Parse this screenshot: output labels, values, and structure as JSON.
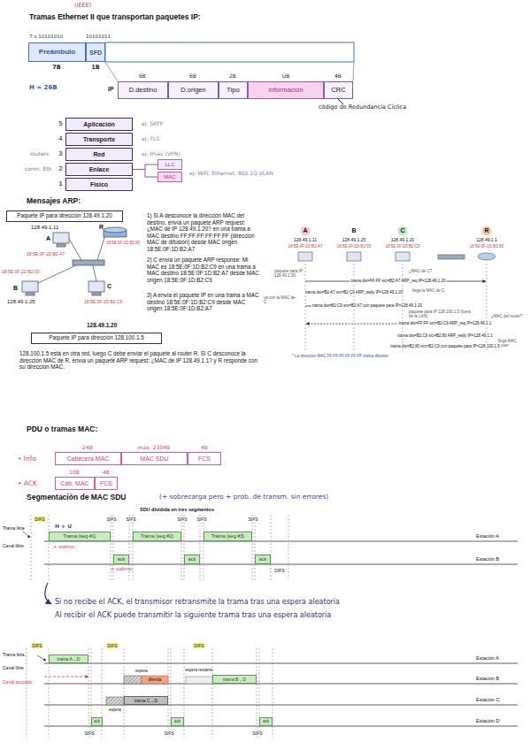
{
  "diagram": {
    "nodes": [
      {
        "text": [
          "Preámbulo"
        ]
      },
      {
        "text": [
          "SFD"
        ]
      },
      {
        "text": [
          "D.destino"
        ]
      },
      {
        "text": [
          "D.origen"
        ]
      },
      {
        "text": [
          "Tipo"
        ]
      },
      {
        "text": [
          "información"
        ]
      },
      {
        "text": [
          "CRC"
        ]
      },
      {
        "text": [
          "Aplicación"
        ]
      },
      {
        "text": [
          "Transporte"
        ]
      },
      {
        "text": [
          "Red"
        ]
      },
      {
        "text": [
          "Enlace"
        ]
      },
      {
        "text": [
          "Físico"
        ]
      },
      {
        "text": [
          "LLC"
        ]
      },
      {
        "text": [
          "MAC"
        ]
      },
      {
        "text": [
          "Paquete IP para dirección 128.49.1.20"
        ]
      },
      {
        "text": [
          "Paquete IP para dirección 128.100.1.5"
        ]
      },
      {
        "text": [
          "Cabecera MAC"
        ]
      },
      {
        "text": [
          "MAC SDU"
        ]
      },
      {
        "text": [
          "FCS"
        ]
      },
      {
        "text": [
          "Cab. MAC"
        ]
      },
      {
        "text": [
          "FCS"
        ]
      },
      {
        "text": [
          "Trama (seg #1)"
        ]
      },
      {
        "text": [
          "Trama (seg #2)"
        ]
      },
      {
        "text": [
          "Trama (seg #3)"
        ]
      },
      {
        "text": [
          "ack"
        ]
      },
      {
        "text": [
          "ack"
        ]
      },
      {
        "text": [
          "ack"
        ]
      },
      {
        "text": [
          "trama A→D"
        ]
      },
      {
        "text": [
          "trama B→D"
        ]
      },
      {
        "text": [
          "trama C→D"
        ]
      },
      {
        "text": [
          "ack"
        ]
      },
      {
        "text": [
          "ack"
        ]
      },
      {
        "text": [
          "ack"
        ]
      }
    ],
    "edges": [
      {
        "from": 10,
        "to": 12,
        "arrow": "none"
      },
      {
        "from": 10,
        "to": 13,
        "arrow": "none"
      }
    ],
    "labels": [
      "Tramas Ethernet II que transportan paquetes IP:",
      "(IEEE)",
      "7 x 10101010",
      "10101011",
      "7B",
      "1B",
      "H = 26B",
      "6B",
      "6B",
      "2B",
      "UB",
      "4B",
      "IP",
      "código de Redundancia Cíclica",
      "5",
      "4",
      "3",
      "2",
      "1",
      "ej: SRTP",
      "ej: TLS",
      "ej: IPsec (VPN)",
      "ej: WiFi, Ethernet, 802.1Q VLAN",
      "routers",
      "conm. Eth",
      "Mensajes ARP:",
      "128.49.1.11",
      "A",
      "R",
      "18:5E:0F:1D:B2:A7",
      "18:5E:0F:1D:B2:80",
      "18:5E:0F:1D:B2:03",
      "18:5E:0F:1D:B2:C9",
      "B",
      "C",
      "128.49.1.25",
      "128.49.1.20",
      "1) Si A desconoce la dirección MAC del destino, envía un paquete ARP request: ¿MAC de IP 128.49.1.20? en una trama a MAC destino FF:FF:FF:FF:FF:FF (dirección MAC de difusión) desde MAC origen 18:5E:0F:1D:B2:A7",
      "2) C envía un paquete ARP response: Mi MAC es 18:5E:0F:1D:B2:C9 en una trama a MAC destino 18:5E:0F:1D:B2:A7 desde MAC origen 18:5E:0F:1D:B2:C9",
      "3) A envía el paquete IP en una trama a MAC destino 18:5E:0F:1D:B2:C9 desde MAC origen 18:5E:0F:1D:B2:A7",
      "128.100.1.5 está en otra red, luego C debe enviar el paquete al router R. Si C desconoce la dirección MAC de R, envía un paquete ARP request: ¿MAC de IP 128.49.1.1? y R responde con su dirección MAC.",
      "A",
      "128.49.1.11",
      "18:5E:0F:1D:B2:A7",
      "B",
      "128.49.1.25",
      "18:5E:0F:1D:B2:03",
      "C",
      "128.49.1.20",
      "18:5E:0F:1D:B2:C9",
      "R",
      "128.49.1.1",
      "18:5E:0F:1D:B2:80",
      "paquete para IP 128.49.1.20",
      "trama dst=FF:FF src=B2:A7 ARP_req IP=128.49.1.20",
      "¿MAC de C?",
      "trama dst=B2:A7 src=B2:C9 ARP_reply IP=128.49.1.20",
      "llega la MAC de C",
      "ya con la MAC de C",
      "trama dst=B2:C9 src=B2:A7 con paquete para IP=128.49.1.20",
      "paquete para IP 128.100.1.5 (fuera de la LAN)",
      "trama dst=FF:FF src=B2:C9 ARP_req IP=128.49.1.1",
      "¿MAC del router?",
      "trama dst=B2:C9 src=B2:80 ARP_reply IP=128.49.1.1",
      "llega MAC router",
      "trama dst=B2:80 src=B2:C9 con paquete para IP=128.100.1.5",
      "* La dirección MAC FF:FF:FF:FF:FF:FF indica difusión",
      "PDU o tramas MAC:",
      "• Info",
      "24B",
      "máx. 2304B",
      "4B",
      "• ACK",
      "10B",
      "4B",
      "Segmentación de MAC SDU",
      "(+ sobrecarga pero + prob. de transm. sin errores)",
      "SDU dividida en tres segmentos",
      "DIFS",
      "SIFS",
      "SIFS",
      "SIFS",
      "SIFS",
      "SIFS",
      "Trama lista",
      "H + U",
      "Canal libre",
      "+ sobrec.",
      "+ sobrec.",
      "Estación A",
      "Estación B",
      "DIFS",
      "Si no recibe el ACK, el transmisor retransmite la trama tras una espera aleatoria",
      "Al recibir el ACK puede transmitir la siguiente trama tras una espera aleatoria",
      "DIFS",
      "DIFS",
      "DIFS",
      "Trama lista",
      "Canal libre",
      "Canal ocupado",
      "espera restante",
      "espera",
      "diferida",
      "espera",
      "SIFS",
      "SIFS",
      "SIFS",
      "Estación A",
      "Estación B",
      "Estación C",
      "Estación D"
    ]
  }
}
